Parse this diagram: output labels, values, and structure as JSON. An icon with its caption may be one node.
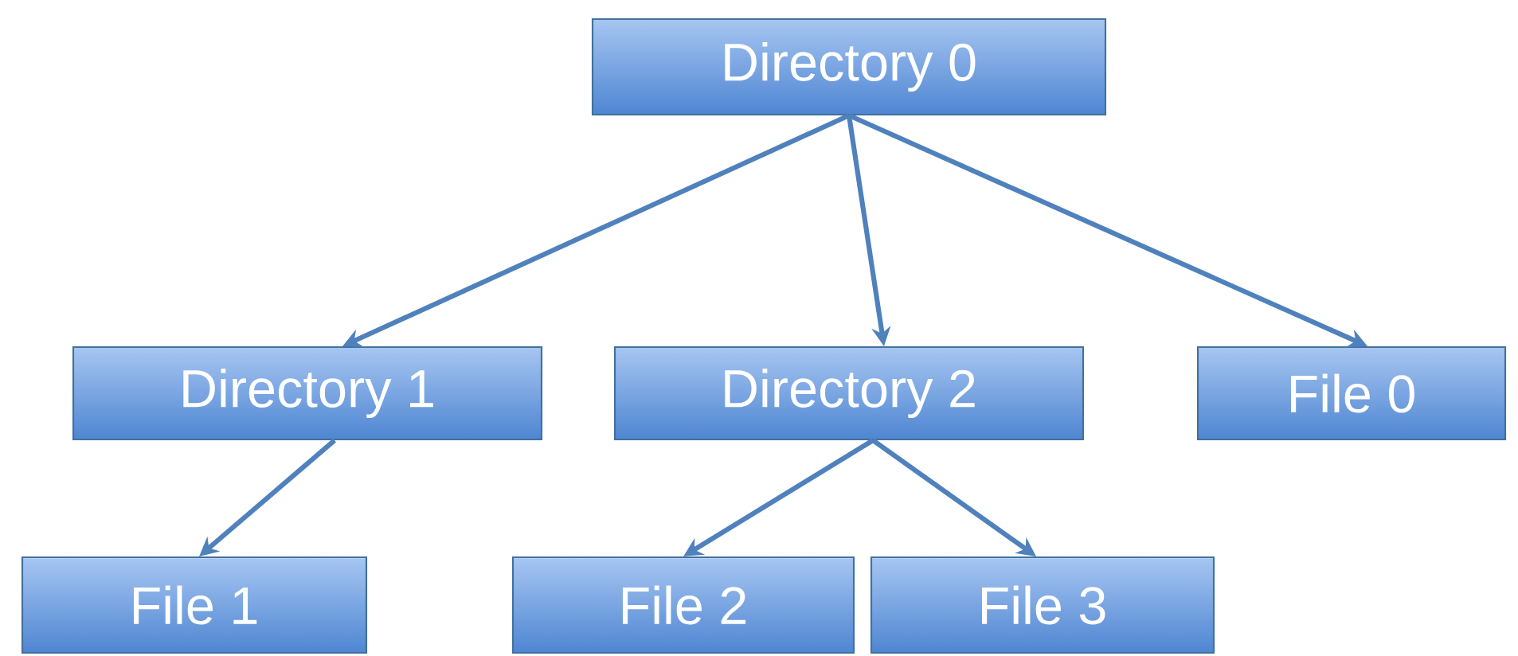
{
  "diagram": {
    "nodes": [
      {
        "text": [
          "Directory 0"
        ]
      },
      {
        "text": [
          "Directory 1"
        ]
      },
      {
        "text": [
          "Directory 2"
        ]
      },
      {
        "text": [
          "File 0"
        ]
      },
      {
        "text": [
          "File 1"
        ]
      },
      {
        "text": [
          "File 2"
        ]
      },
      {
        "text": [
          "File 3"
        ]
      }
    ],
    "edges": [
      {
        "from": 0,
        "to": 1,
        "arrow": "to"
      },
      {
        "from": 0,
        "to": 2,
        "arrow": "to"
      },
      {
        "from": 0,
        "to": 3,
        "arrow": "to"
      },
      {
        "from": 1,
        "to": 4,
        "arrow": "to"
      },
      {
        "from": 2,
        "to": 5,
        "arrow": "to"
      },
      {
        "from": 2,
        "to": 6,
        "arrow": "to"
      }
    ]
  }
}
